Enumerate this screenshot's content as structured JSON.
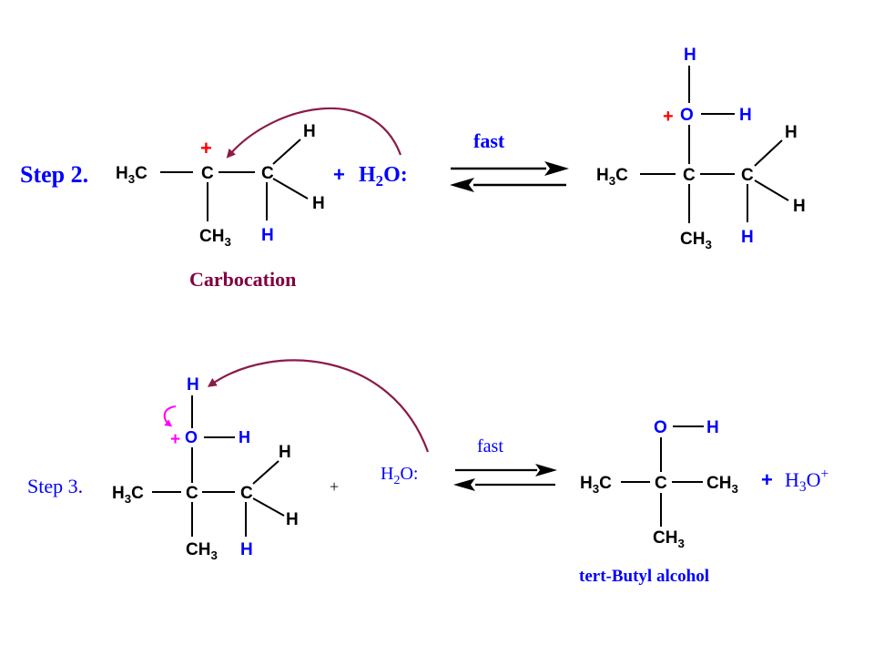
{
  "colors": {
    "black": "#000000",
    "blue": "#0000ff",
    "red": "#ff0000",
    "maroon": "#800040",
    "magenta": "#ff00ff",
    "arrow_curve": "#8b1a4a"
  },
  "step2": {
    "label": "Step 2.",
    "fast": "fast",
    "plus": "+",
    "water": {
      "h": "H",
      "sub": "2",
      "o": "O:"
    },
    "carbocation_label": "Carbocation",
    "reactant": {
      "h3c": {
        "h": "H",
        "sub": "3",
        "c": "C"
      },
      "c_center": "C",
      "charge": "+",
      "c_right": "C",
      "h_top": "H",
      "h_right": "H",
      "h_bottom": "H",
      "ch3": {
        "c": "CH",
        "sub": "3"
      }
    },
    "product": {
      "h_top": "H",
      "o": "O",
      "h_o": "H",
      "charge": "+",
      "h3c": {
        "h": "H",
        "sub": "3",
        "c": "C"
      },
      "c_center": "C",
      "c_right": "C",
      "h_right": "H",
      "h_bottom": "H",
      "ch3": {
        "c": "CH",
        "sub": "3"
      }
    }
  },
  "step3": {
    "label": "Step 3.",
    "fast": "fast",
    "plus_mid": "+",
    "water": {
      "h": "H",
      "sub": "2",
      "o": "O:"
    },
    "reactant": {
      "h_top": "H",
      "o": "O",
      "h_o": "H",
      "charge": "+",
      "h3c": {
        "h": "H",
        "sub": "3",
        "c": "C"
      },
      "c_center": "C",
      "c_right": "C",
      "h_top_c": "H",
      "h_right": "H",
      "h_bottom": "H",
      "ch3": {
        "c": "CH",
        "sub": "3"
      }
    },
    "product": {
      "o": "O",
      "h_o": "H",
      "h3c": {
        "h": "H",
        "sub": "3",
        "c": "C"
      },
      "c_center": "C",
      "ch3_right": {
        "c": "CH",
        "sub": "3"
      },
      "ch3_bottom": {
        "c": "CH",
        "sub": "3"
      }
    },
    "plus_h3o": "+",
    "h3o": {
      "h": "H",
      "sub": "3",
      "o": "O",
      "sup": "+"
    },
    "product_label": "tert-Butyl alcohol"
  }
}
